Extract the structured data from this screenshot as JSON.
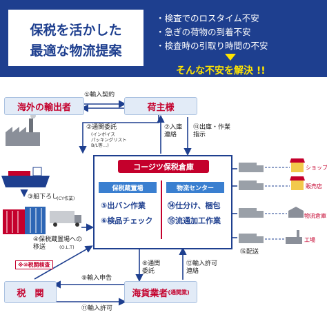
{
  "header": {
    "title_line1": "保税を活かした",
    "title_line2": "最適な物流提案",
    "bullets": [
      "・検査でのロスタイム不安",
      "・急ぎの荷物の到着不安",
      "・検査時の引取り時間の不安"
    ],
    "solve": "そんな不安を解決 !!"
  },
  "nodes": {
    "exporter": "海外の輸出者",
    "shipper": "荷主様",
    "customs": "税　関",
    "forwarder": "海貨業者",
    "forwarder_sub": "(通関業)"
  },
  "steps": {
    "s1": "①輸入契約",
    "s2": "②通関委託",
    "s2_sub": "(インボイス\nパッキングリスト\nB/L等…)",
    "s3": "③船下ろし",
    "s3_sub": "(CY作業)",
    "s4": "④保税蔵置場への\n移送",
    "s4_sub": "(O.L.T)",
    "s7": "⑦入庫\n連絡",
    "s8": "⑧通関\n委託",
    "s9": "⑨輸入申告",
    "s10": "※⑩税関検査",
    "s11": "⑪輸入許可",
    "s12": "⑫輸入許可\n連絡",
    "s13": "⑬出庫・作業\n指示",
    "s16": "⑯配送"
  },
  "warehouse": {
    "title": "コージツ保税倉庫",
    "left_tab": "保税蔵置場",
    "right_tab": "物流センター",
    "left_items": [
      "⑤出バン作業",
      "⑥検品チェック"
    ],
    "right_items": [
      "⑭仕分け、梱包",
      "⑮流通加工作業"
    ]
  },
  "destinations": [
    "ショップ",
    "販売店",
    "物流倉庫",
    "工場"
  ],
  "colors": {
    "navy": "#1e3f8f",
    "red": "#c4002c",
    "yellow": "#ffe400",
    "node_bg": "#e2ebf7",
    "tab": "#3a7fd0"
  }
}
